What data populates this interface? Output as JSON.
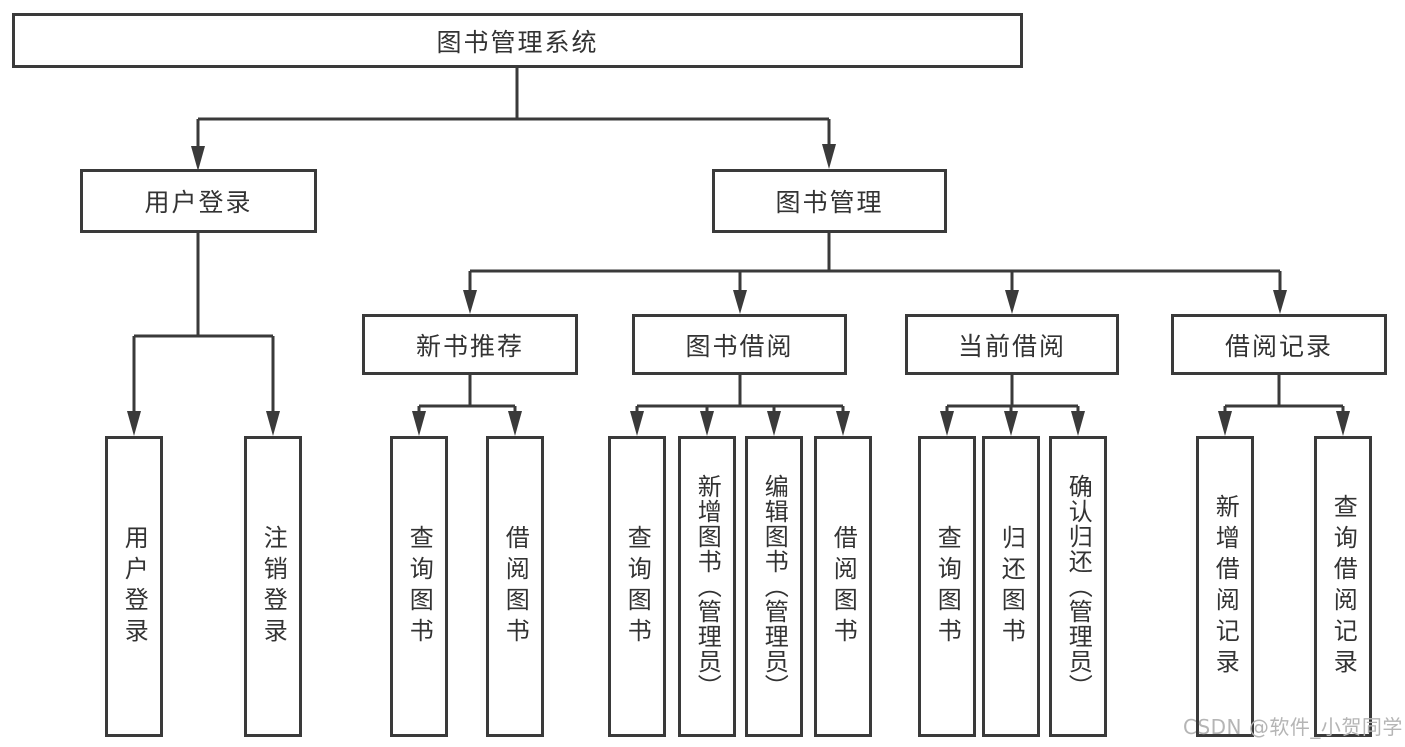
{
  "diagram": {
    "root": {
      "label": "图书管理系统"
    },
    "branches": [
      {
        "label": "用户登录",
        "children": [
          {
            "label": "用户登录"
          },
          {
            "label": "注销登录"
          }
        ]
      },
      {
        "label": "图书管理",
        "children": [
          {
            "label": "新书推荐",
            "children": [
              {
                "label": "查询图书"
              },
              {
                "label": "借阅图书"
              }
            ]
          },
          {
            "label": "图书借阅",
            "children": [
              {
                "label": "查询图书"
              },
              {
                "label": "新增图书（管理员）"
              },
              {
                "label": "编辑图书（管理员）"
              },
              {
                "label": "借阅图书"
              }
            ]
          },
          {
            "label": "当前借阅",
            "children": [
              {
                "label": "查询图书"
              },
              {
                "label": "归还图书"
              },
              {
                "label": "确认归还（管理员）"
              }
            ]
          },
          {
            "label": "借阅记录",
            "children": [
              {
                "label": "新增借阅记录"
              },
              {
                "label": "查询借阅记录"
              }
            ]
          }
        ]
      }
    ]
  },
  "watermark": {
    "text": "CSDN @软件_小贺同学"
  },
  "colors": {
    "line": "#3a3a3a",
    "box_border": "#3a3a3a",
    "box_fill": "#ffffff",
    "text": "#333333",
    "watermark": "#b5b5b5",
    "background": "#ffffff"
  }
}
